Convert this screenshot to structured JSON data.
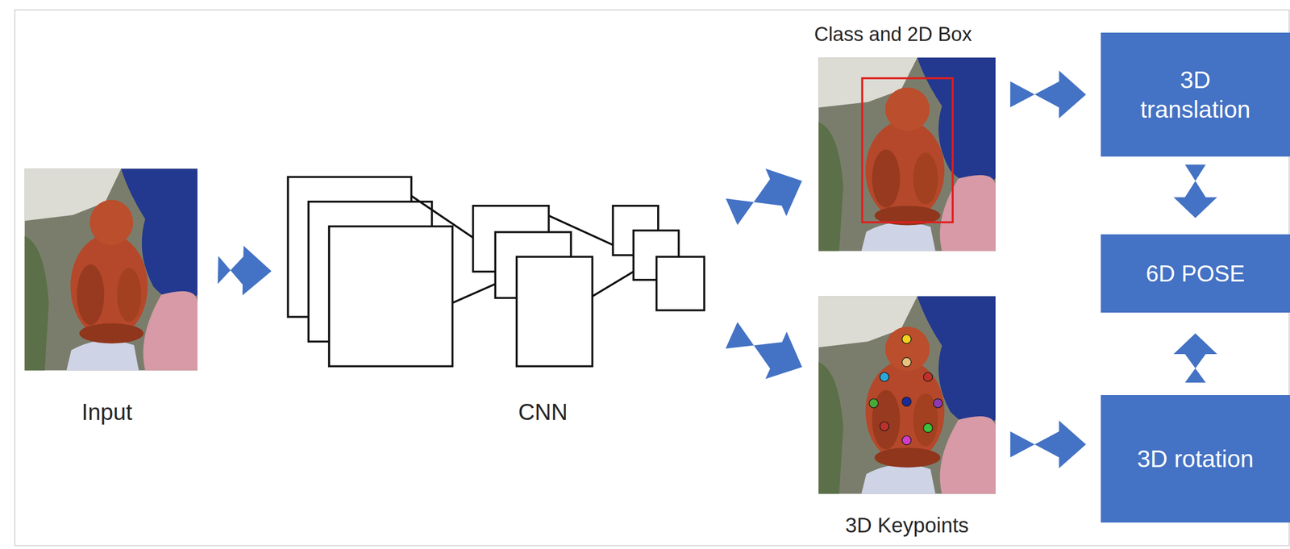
{
  "diagram": {
    "nodes": [
      {
        "text": [
          "Input"
        ]
      },
      {
        "text": [
          "CNN"
        ]
      },
      {
        "text": [
          "Class and 2D Box"
        ]
      },
      {
        "text": [
          "3D translation"
        ]
      },
      {
        "text": [
          "6D POSE"
        ]
      },
      {
        "text": [
          "3D Keypoints"
        ]
      },
      {
        "text": [
          "3D rotation"
        ]
      }
    ],
    "edges": [
      {
        "from": 0,
        "to": 1,
        "arrow": "to"
      },
      {
        "from": 1,
        "to": 2,
        "arrow": "to"
      },
      {
        "from": 1,
        "to": 5,
        "arrow": "to"
      },
      {
        "from": 2,
        "to": 3,
        "arrow": "to"
      },
      {
        "from": 5,
        "to": 6,
        "arrow": "to"
      },
      {
        "from": 3,
        "to": 4,
        "arrow": "to"
      },
      {
        "from": 6,
        "to": 4,
        "arrow": "to"
      }
    ]
  }
}
